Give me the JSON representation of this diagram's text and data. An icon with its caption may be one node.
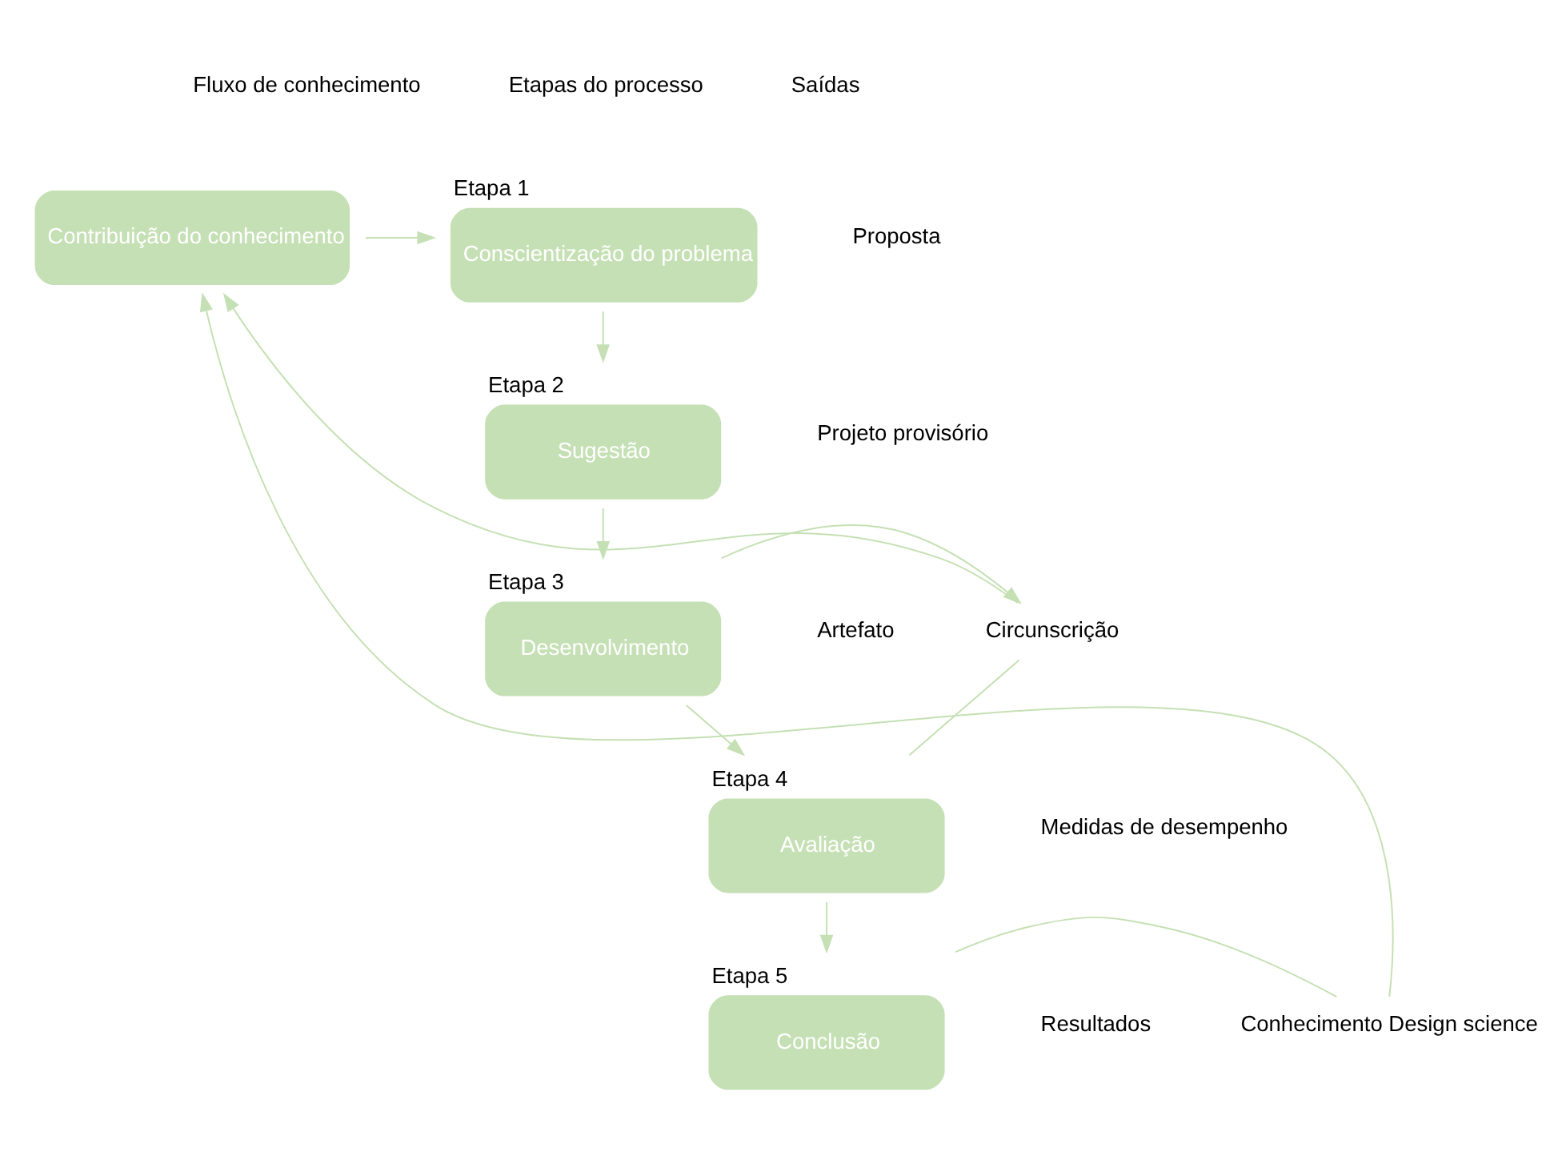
{
  "diagram": {
    "nodes": [
      {
        "text": [
          "Contribuição do conhecimento"
        ]
      },
      {
        "text": [
          "Etapa 1",
          "Conscientização do problema"
        ]
      },
      {
        "text": [
          "Etapa 2",
          "Sugestão"
        ]
      },
      {
        "text": [
          "Etapa 3",
          "Desenvolvimento"
        ]
      },
      {
        "text": [
          "Etapa 4",
          "Avaliação"
        ]
      },
      {
        "text": [
          "Etapa 5",
          "Conclusão"
        ]
      },
      {
        "text": [
          "Circunscrição"
        ]
      },
      {
        "text": [
          "Conhecimento Design science"
        ]
      }
    ],
    "edges": [
      {
        "from": 0,
        "to": 1,
        "arrow": "to"
      },
      {
        "from": 1,
        "to": 2,
        "arrow": "to"
      },
      {
        "from": 2,
        "to": 3,
        "arrow": "to"
      },
      {
        "from": 3,
        "to": 4,
        "arrow": "to"
      },
      {
        "from": 4,
        "to": 5,
        "arrow": "to"
      },
      {
        "from": 3,
        "to": 6,
        "arrow": "to"
      },
      {
        "from": 4,
        "to": 6,
        "arrow": "none"
      },
      {
        "from": 6,
        "to": 0,
        "arrow": "to"
      },
      {
        "from": 5,
        "to": 7,
        "arrow": "none"
      },
      {
        "from": 7,
        "to": 0,
        "arrow": "to"
      }
    ],
    "labels": [
      "Fluxo de conhecimento",
      "Etapas do processo",
      "Saídas",
      "Proposta",
      "Projeto provisório",
      "Artefato",
      "Medidas de desempenho",
      "Resultados"
    ]
  }
}
